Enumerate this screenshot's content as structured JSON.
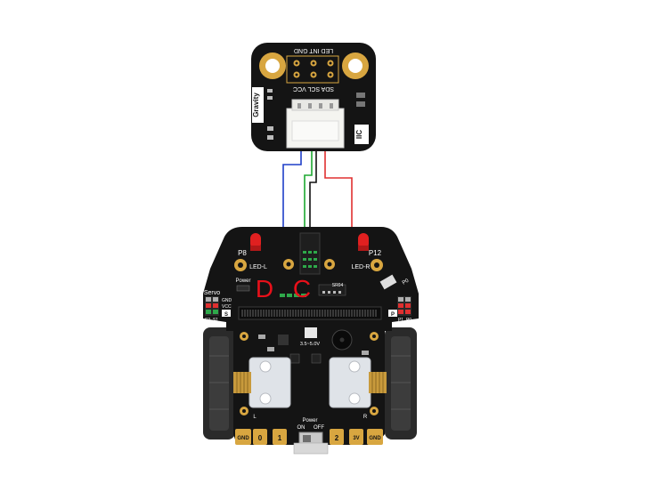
{
  "sensor": {
    "brand": "Gravity",
    "header_top": "LED INT GND",
    "header_bottom": "SDA SCL VCC",
    "interface": "IIC"
  },
  "robot": {
    "led_left": "LED-L",
    "led_right": "LED-R",
    "pin_left": "P8",
    "pin_right": "P12",
    "power_label": "Power",
    "servo_title": "Servo",
    "servo_gnd": "GND",
    "servo_vcc": "VCC",
    "servo_s": "S",
    "servo_s2": "S2",
    "servo_s1": "S1",
    "side_p": "P",
    "side_p1": "P1",
    "side_p0": "P0",
    "side_p_top": "P0",
    "chip_label": "SR04",
    "voltage": "3.5~5.0V",
    "switch_title": "Power",
    "switch_on": "ON",
    "switch_off": "OFF",
    "motor_l": "L",
    "motor_r": "R",
    "pads": [
      "GND",
      "0",
      "1",
      "2",
      "3V",
      "GND"
    ]
  },
  "annotation": {
    "d": "D",
    "c": "C"
  },
  "colors": {
    "board": "#141414",
    "gold": "#d8a640",
    "wire_blue": "#1f3fc8",
    "wire_green": "#1ea832",
    "wire_black": "#111111",
    "wire_red": "#e03030",
    "annotation": "#e8101a"
  }
}
